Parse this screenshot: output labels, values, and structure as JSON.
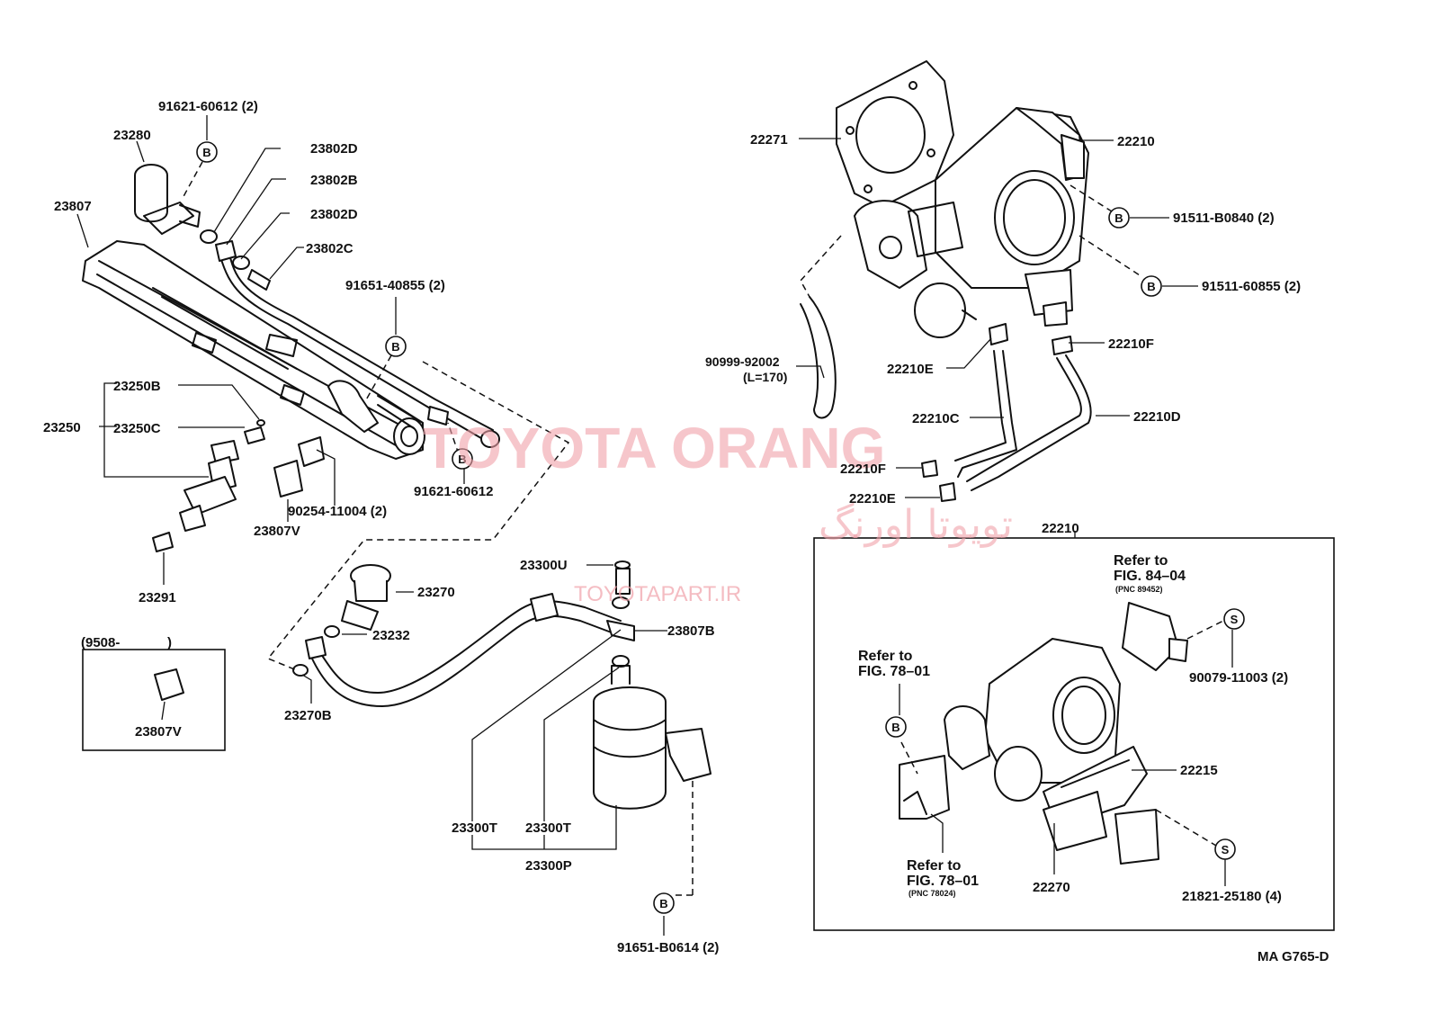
{
  "watermark": {
    "title": "TOYOTA ORANG",
    "persian": "تویوتا اورنگ",
    "site": "TOYOTAPART.IR"
  },
  "code": "MA G765-D",
  "bolt_symbol": "B",
  "screw_symbol": "S",
  "labels": {
    "p91621_60612_top": "91621-60612 (2)",
    "p23280": "23280",
    "p23807": "23807",
    "p23802D_a": "23802D",
    "p23802B": "23802B",
    "p23802D_b": "23802D",
    "p23802C": "23802C",
    "p91651_40855": "91651-40855 (2)",
    "p23250B": "23250B",
    "p23250": "23250",
    "p23250C": "23250C",
    "p91621_60612_bot": "91621-60612",
    "p90254": "90254-11004 (2)",
    "p23807V_a": "23807V",
    "p23291": "23291",
    "p9508": "(9508-",
    "p9508_close": ")",
    "p23807V_b": "23807V",
    "p23270": "23270",
    "p23232": "23232",
    "p23270B": "23270B",
    "p23300U": "23300U",
    "p23807B": "23807B",
    "p23300T_a": "23300T",
    "p23300T_b": "23300T",
    "p23300P": "23300P",
    "p91651_B0614": "91651-B0614 (2)",
    "p22271": "22271",
    "p22210": "22210",
    "p91511_B0840": "91511-B0840 (2)",
    "p91511_60855": "91511-60855 (2)",
    "p90999": "90999-92002",
    "p90999_len": "(L=170)",
    "p22210E_a": "22210E",
    "p22210F_a": "22210F",
    "p22210C": "22210C",
    "p22210D": "22210D",
    "p22210F_b": "22210F",
    "p22210E_b": "22210E",
    "p22210_box": "22210",
    "ref_84_l1": "Refer to",
    "ref_84_l2": "FIG. 84–04",
    "ref_84_pnc": "(PNC 89452)",
    "p90079": "90079-11003 (2)",
    "ref_78a_l1": "Refer to",
    "ref_78a_l2": "FIG. 78–01",
    "p22215": "22215",
    "ref_78b_l1": "Refer to",
    "ref_78b_l2": "FIG. 78–01",
    "ref_78b_pnc": "(PNC 78024)",
    "p22270": "22270",
    "p21821": "21821-25180 (4)"
  }
}
